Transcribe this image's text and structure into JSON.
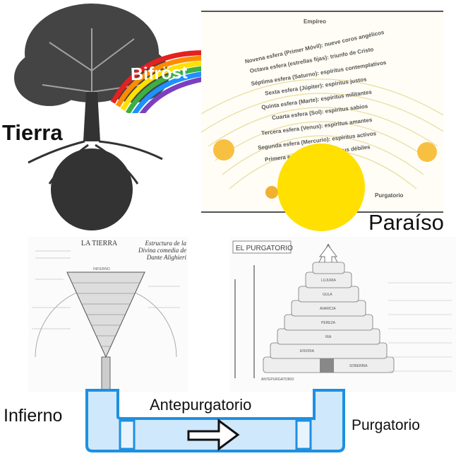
{
  "labels": {
    "tierra": "Tierra",
    "bifrost": "Bifröst",
    "paraiso": "Paraíso",
    "infierno": "Infierno",
    "antepurgatorio": "Antepurgatorio",
    "purgatorio": "Purgatorio"
  },
  "paradise": {
    "top": "Empíreo",
    "spheres": [
      "Novena esfera (Primer Móvil): nueve coros angélicos",
      "Octava esfera (estrellas fijas): triunfo de Cristo",
      "Séptima esfera (Saturno): espíritus contemplativos",
      "Sexta esfera (Júpiter): espíritus justos",
      "Quinta esfera (Marte): espíritus militantes",
      "Cuarta esfera (Sol): espíritus sabios",
      "Tercera esfera (Venus): espíritus amantes",
      "Segunda esfera (Mercurio): espíritus activos",
      "Primera esfera (Luna): espíritus débiles"
    ],
    "bottom": "Purgatorio"
  },
  "purgatory": {
    "title": "EL PURGATORIO",
    "terraces": [
      "LUJURIA",
      "GULA",
      "AVARICIA",
      "PEREZA",
      "IRA",
      "ENVIDIA",
      "SOBERBIA"
    ],
    "base": "ANTEPURGATORIO"
  },
  "inferno": {
    "title": "LA TIERRA",
    "subtitle": "Estructura de la Divina comedia de Dante Alighieri",
    "cone": "INFIERNO"
  },
  "colors": {
    "pipe": "#1e90e0",
    "sun": "#ffe000",
    "earth": "#333333"
  }
}
